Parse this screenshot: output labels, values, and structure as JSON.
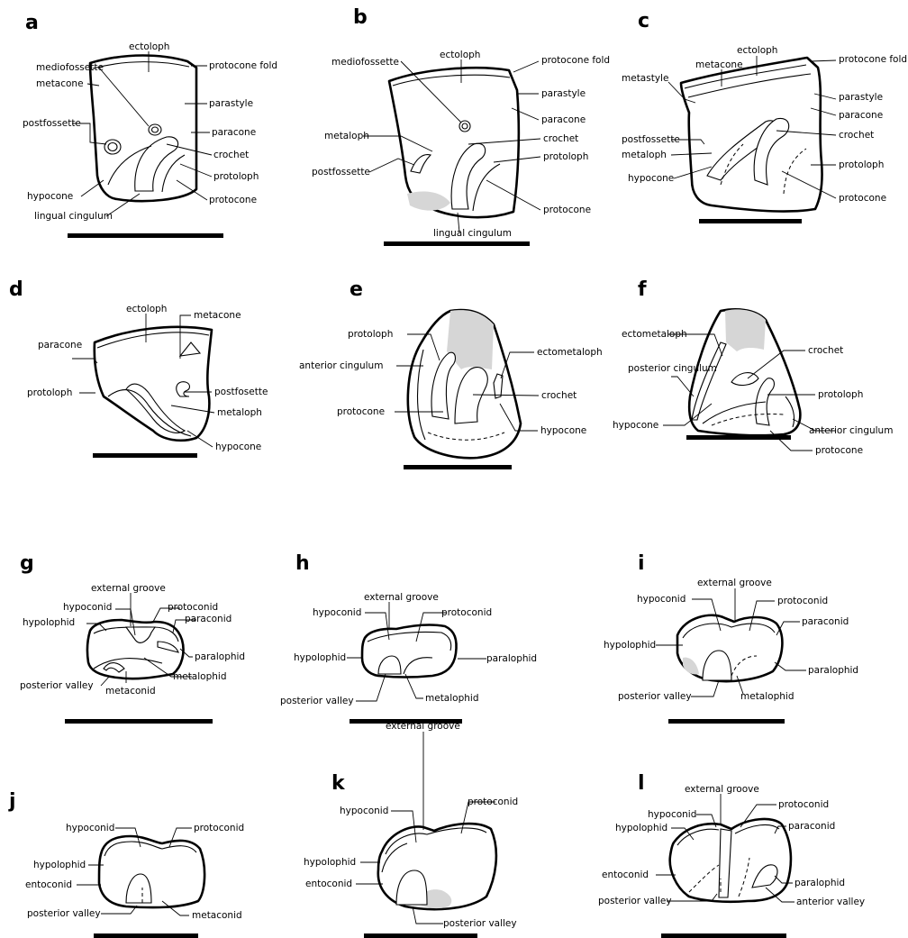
{
  "colors": {
    "ink": "#000000",
    "wear": "#d6d6d6",
    "background": "#ffffff"
  },
  "panels": [
    {
      "id": "a",
      "letter": "a",
      "labels": [
        "ectoloph",
        "mediofossette",
        "protocone fold",
        "metacone",
        "parastyle",
        "paracone",
        "postfossette",
        "crochet",
        "protoloph",
        "hypocone",
        "protocone",
        "lingual cingulum"
      ]
    },
    {
      "id": "b",
      "letter": "b",
      "labels": [
        "ectoloph",
        "mediofossette",
        "protocone fold",
        "parastyle",
        "paracone",
        "crochet",
        "metaloph",
        "protoloph",
        "postfossette",
        "protocone",
        "lingual cingulum"
      ]
    },
    {
      "id": "c",
      "letter": "c",
      "labels": [
        "ectoloph",
        "metacone",
        "protocone fold",
        "metastyle",
        "parastyle",
        "paracone",
        "crochet",
        "postfossette",
        "metaloph",
        "protoloph",
        "hypocone",
        "protocone"
      ]
    },
    {
      "id": "d",
      "letter": "d",
      "labels": [
        "ectoloph",
        "metacone",
        "paracone",
        "postfosette",
        "protoloph",
        "metaloph",
        "hypocone"
      ]
    },
    {
      "id": "e",
      "letter": "e",
      "labels": [
        "protoloph",
        "ectometaloph",
        "anterior cingulum",
        "crochet",
        "protocone",
        "hypocone"
      ]
    },
    {
      "id": "f",
      "letter": "f",
      "labels": [
        "ectometaloph",
        "crochet",
        "posterior cingulum",
        "protoloph",
        "anterior cingulum",
        "hypocone",
        "protocone"
      ]
    },
    {
      "id": "g",
      "letter": "g",
      "labels": [
        "external groove",
        "hypoconid",
        "protoconid",
        "hypolophid",
        "paraconid",
        "paralophid",
        "metalophid",
        "posterior valley",
        "metaconid"
      ]
    },
    {
      "id": "h",
      "letter": "h",
      "labels": [
        "external groove",
        "hypoconid",
        "protoconid",
        "paralophid",
        "hypolophid",
        "posterior valley",
        "metalophid"
      ]
    },
    {
      "id": "i",
      "letter": "i",
      "labels": [
        "external groove",
        "hypoconid",
        "protoconid",
        "paraconid",
        "hypolophid",
        "paralophid",
        "posterior valley",
        "metalophid"
      ]
    },
    {
      "id": "j",
      "letter": "j",
      "labels": [
        "hypoconid",
        "protoconid",
        "hypolophid",
        "entoconid",
        "posterior valley",
        "metaconid"
      ]
    },
    {
      "id": "k",
      "letter": "k",
      "labels": [
        "external groove",
        "hypoconid",
        "protoconid",
        "hypolophid",
        "entoconid",
        "posterior valley"
      ]
    },
    {
      "id": "l",
      "letter": "l",
      "labels": [
        "external groove",
        "hypoconid",
        "protoconid",
        "hypolophid",
        "paraconid",
        "entoconid",
        "paralophid",
        "posterior valley",
        "anterior valley"
      ]
    }
  ]
}
